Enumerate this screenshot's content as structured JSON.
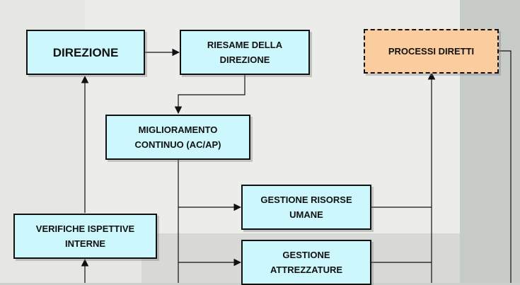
{
  "diagram": {
    "nodes": {
      "direzione": "DIREZIONE",
      "riesame": "RIESAME DELLA\nDIREZIONE",
      "processi": "PROCESSI DIRETTI",
      "miglioramento": "MIGLIORAMENTO\nCONTINUO (AC/AP)",
      "risorse": "GESTIONE RISORSE\nUMANE",
      "verifiche": "VERIFICHE ISPETTIVE\nINTERNE",
      "attrezzature": "GESTIONE\nATTREZZATURE"
    },
    "colors": {
      "box_fill": "#ccf7fc",
      "dashed_box_fill": "#fbcc9e",
      "line": "#111111"
    }
  }
}
